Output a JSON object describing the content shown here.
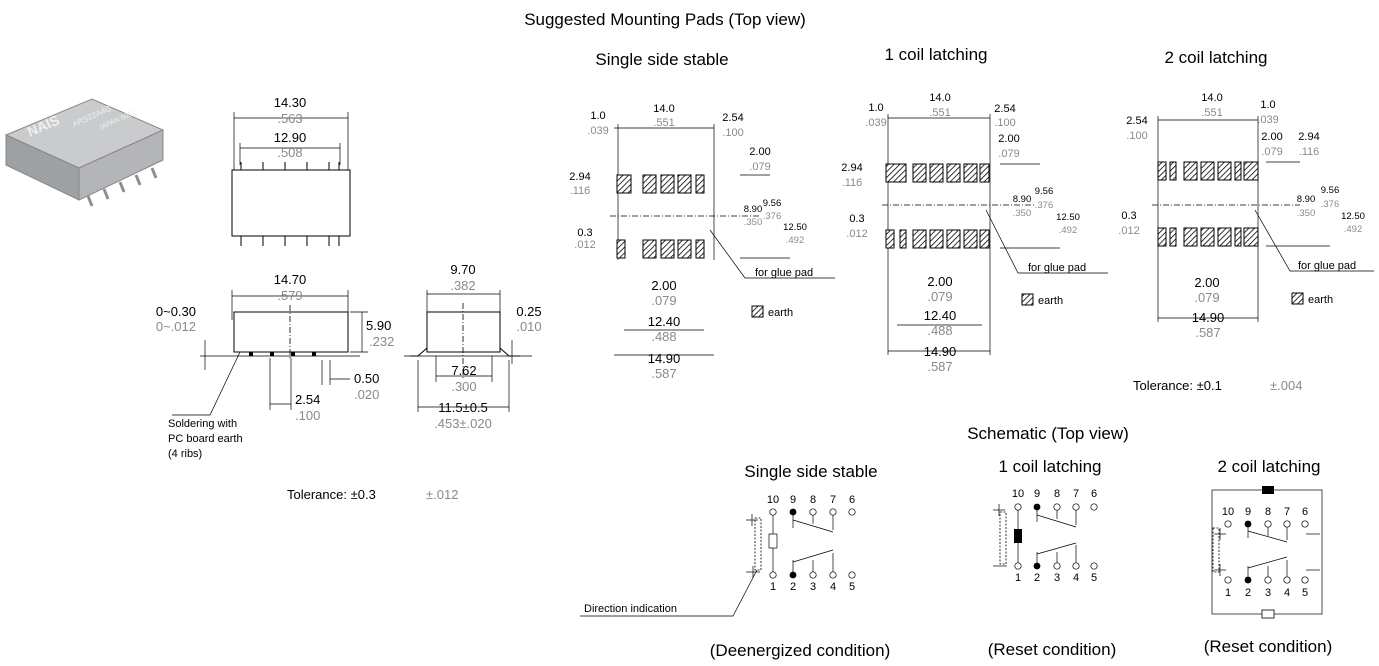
{
  "headings": {
    "mounting_title": "Suggested Mounting Pads (Top view)",
    "single_side_stable": "Single side stable",
    "one_coil_latching": "1 coil latching",
    "two_coil_latching": "2 coil latching",
    "schematic_title": "Schematic (Top view)",
    "schem_single": "Single side stable",
    "schem_one_coil": "1 coil latching",
    "schem_two_coil": "2 coil latching"
  },
  "product_photo": {
    "brand": "NAIS",
    "marking": "ARS22A4G",
    "origin": "JAPAN 6081"
  },
  "package_dims": {
    "top_width": [
      "14.30",
      ".563"
    ],
    "top_pin_span": [
      "12.90",
      ".508"
    ],
    "side_length": [
      "14.70",
      ".579"
    ],
    "standoff": [
      "0~0.30",
      "0~.012"
    ],
    "height": [
      "5.90",
      ".232"
    ],
    "pin_thickness": [
      "0.50",
      ".020"
    ],
    "pitch": [
      "2.54",
      ".100"
    ],
    "end_width": [
      "9.70",
      ".382"
    ],
    "lead_thickness": [
      "0.25",
      ".010"
    ],
    "row_spacing": [
      "7.62",
      ".300"
    ],
    "overall_width": [
      "11.5±0.5",
      ".453±.020"
    ],
    "note_line1": "Soldering with",
    "note_line2": "PC board earth",
    "note_line3": "(4 ribs)",
    "tolerance_label": "Tolerance: ±0.3",
    "tolerance_inch": "±.012"
  },
  "pads": {
    "pad_width": [
      "1.0",
      ".039"
    ],
    "span": [
      "14.0",
      ".551"
    ],
    "pitch": [
      "2.54",
      ".100"
    ],
    "pad_length": [
      "2.00",
      ".079"
    ],
    "pad_height": [
      "2.94",
      ".116"
    ],
    "gap": [
      "0.3",
      ".012"
    ],
    "row_inner": [
      "8.90",
      ".350"
    ],
    "row_mid": [
      "9.56",
      ".376"
    ],
    "row_outer": [
      "12.50",
      ".492"
    ],
    "bottom_pitch": [
      "2.00",
      ".079"
    ],
    "inner_width": [
      "12.40",
      ".488"
    ],
    "outer_width": [
      "14.90",
      ".587"
    ],
    "glue_pad": "for glue pad",
    "earth_legend": "earth",
    "tolerance_label": "Tolerance: ±0.1",
    "tolerance_inch": "±.004"
  },
  "schematic": {
    "top_pins": [
      "10",
      "9",
      "8",
      "7",
      "6"
    ],
    "bottom_pins": [
      "1",
      "2",
      "3",
      "4",
      "5"
    ],
    "direction_indication": "Direction indication",
    "deenergized": "(Deenergized condition)",
    "reset1": "(Reset condition)",
    "reset2": "(Reset condition)"
  },
  "colors": {
    "ink": "#000000",
    "inch_gray": "#8a8a8a",
    "photo_body": "#b9bbbd"
  }
}
